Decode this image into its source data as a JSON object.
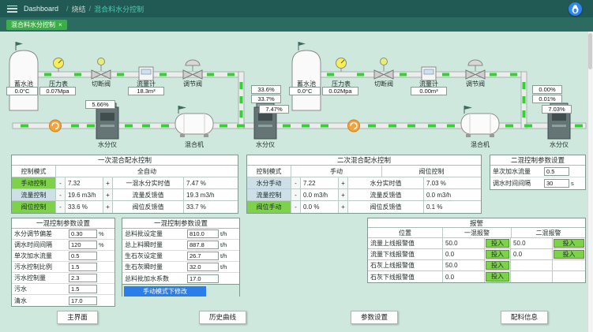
{
  "header": {
    "breadcrumb_root": "Dashboard",
    "breadcrumb_sep1": "/",
    "breadcrumb_section": "烧结",
    "breadcrumb_sep2": "/",
    "breadcrumb_current": "混合料水分控制"
  },
  "tabbar": {
    "active_tab": "混合料水分控制",
    "close_glyph": "×"
  },
  "colors": {
    "header_bg": "#215a54",
    "main_bg": "#cfe8de",
    "tab_green": "#3cae47",
    "highlight_green": "#7ed24a",
    "button_blue": "#2b7de9",
    "flow_green": "#35d035",
    "breadcrumb_active": "#53c7b1"
  },
  "diagram": {
    "left": {
      "tank_label": "蓄水池",
      "tank_temp": "0.0°C",
      "gauge_label": "压力表",
      "gauge_value": "0.07Mpa",
      "cutoff_label": "切断阀",
      "flowmeter_label": "流量计",
      "flowmeter_value": "18.3m³",
      "valve_label": "调节阀",
      "valve_setpoint": "33.6%",
      "valve_feedback": "33.7%",
      "moisture1_value": "5.66%",
      "moisture1_label": "水分仪",
      "mixer_label": "混合机",
      "moisture2_value": "7.47%",
      "moisture2_label": "水分仪"
    },
    "right": {
      "tank_label": "蓄水池",
      "tank_temp": "0.0°C",
      "gauge_label": "压力表",
      "gauge_value": "0.02Mpa",
      "cutoff_label": "切断阀",
      "flowmeter_label": "流量计",
      "flowmeter_value": "0.00m³",
      "valve_label": "调节阀",
      "valve_setpoint": "0.00%",
      "valve_feedback": "0.01%",
      "mixer_label": "混合机",
      "moisture_value": "7.03%",
      "moisture_label": "水分仪"
    }
  },
  "primary_control": {
    "title": "一次混合配水控制",
    "mode_label": "控制模式",
    "mode_value": "全自动",
    "rows": [
      {
        "label": "手动控制",
        "minus": "-",
        "value": "7.32",
        "plus": "+",
        "fb_label": "一混水分实时值",
        "fb_value": "7.47 %"
      },
      {
        "label": "流量控制",
        "minus": "-",
        "value": "19.6 m3/h",
        "plus": "+",
        "fb_label": "流量反馈值",
        "fb_value": "19.3 m3/h"
      },
      {
        "label": "阀位控制",
        "minus": "-",
        "value": "33.6 %",
        "plus": "+",
        "fb_label": "阀位反馈值",
        "fb_value": "33.7 %"
      }
    ]
  },
  "secondary_control": {
    "title": "二次混合配水控制",
    "mode_label": "控制模式",
    "mode_value1": "手动",
    "mode_value2": "阀位控制",
    "rows": [
      {
        "label": "水分手动",
        "minus": "-",
        "value": "7.22",
        "plus": "+",
        "fb_label": "水分实时值",
        "fb_value": "7.03 %"
      },
      {
        "label": "流量控制",
        "minus": "-",
        "value": "0.0 m3/h",
        "plus": "+",
        "fb_label": "流量反馈值",
        "fb_value": "0.0 m3/h"
      },
      {
        "label": "阀位手动",
        "minus": "-",
        "value": "0.0 %",
        "plus": "+",
        "fb_label": "阀位反馈值",
        "fb_value": "0.1 %"
      }
    ]
  },
  "secondary_params": {
    "title": "二混控制参数设置",
    "rows": [
      {
        "label": "单次加水流量",
        "value": "0.5",
        "unit": ""
      },
      {
        "label": "调水时间间隔",
        "value": "30",
        "unit": "s"
      }
    ]
  },
  "primary_params": {
    "title": "一混控制参数设置",
    "rows": [
      {
        "label": "水分调节偏差",
        "value": "0.30",
        "unit": "%"
      },
      {
        "label": "调水时间间隔",
        "value": "120",
        "unit": "%"
      },
      {
        "label": "单次加水流量",
        "value": "0.5",
        "unit": ""
      },
      {
        "label": "污水控制比例",
        "value": "1.5",
        "unit": ""
      },
      {
        "label": "污水控制量",
        "value": "2.3",
        "unit": ""
      },
      {
        "label": "污水",
        "value": "1.5",
        "unit": ""
      },
      {
        "label": "清水",
        "value": "17.0",
        "unit": ""
      }
    ]
  },
  "material_params": {
    "title": "一混控制参数设置",
    "rows": [
      {
        "label": "总料批设定量",
        "value": "810.0",
        "unit": "t/h"
      },
      {
        "label": "总上料瞬时量",
        "value": "887.8",
        "unit": "t/h"
      },
      {
        "label": "生石灰设定量",
        "value": "26.7",
        "unit": "t/h"
      },
      {
        "label": "生石灰瞬时量",
        "value": "32.0",
        "unit": "t/h"
      },
      {
        "label": "总料批加水系数",
        "value": "17.0",
        "unit": ""
      }
    ],
    "edit_button": "手动模式下修改"
  },
  "alarm": {
    "title": "报警",
    "col_position": "位置",
    "col_primary": "一混报警",
    "col_secondary": "二混报警",
    "rows": [
      {
        "label": "流量上线报警值",
        "primary_value": "50.0",
        "primary_button": "投入",
        "secondary_value": "50.0",
        "secondary_button": "投入"
      },
      {
        "label": "流量下线报警值",
        "primary_value": "0.0",
        "primary_button": "投入",
        "secondary_value": "0.0",
        "secondary_button": "投入"
      },
      {
        "label": "石灰上线报警值",
        "primary_value": "50.0",
        "primary_button": "投入",
        "secondary_value": "",
        "secondary_button": ""
      },
      {
        "label": "石灰下线报警值",
        "primary_value": "0.0",
        "primary_button": "投入",
        "secondary_value": "",
        "secondary_button": ""
      }
    ]
  },
  "footer": {
    "buttons": [
      "主界面",
      "历史曲线",
      "参数设置",
      "配料信息"
    ]
  }
}
